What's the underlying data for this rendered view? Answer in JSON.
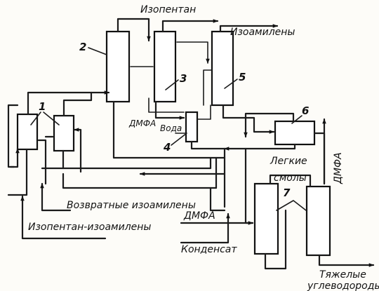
{
  "labels": {
    "isopentane_out": "Изопентан",
    "isoamylenes_out": "Изоамилены",
    "dmf": "ДМФА",
    "water": "Вода",
    "dmf_water": "ДМФА",
    "light_resins_1": "Легкие",
    "light_resins_2": "смолы",
    "return_isoamylenes": "Возвратные изоамилены",
    "dmf_in": "ДМФА",
    "isopentane_isoamylenes_feed": "Изопентан-изоамилены",
    "condensate": "Конденсат",
    "heavy_1": "Тяжелые",
    "heavy_2": "углеводороды"
  },
  "units": {
    "u1": "1",
    "u2": "2",
    "u3": "3",
    "u4": "4",
    "u5": "5",
    "u6": "6",
    "u7": "7"
  }
}
